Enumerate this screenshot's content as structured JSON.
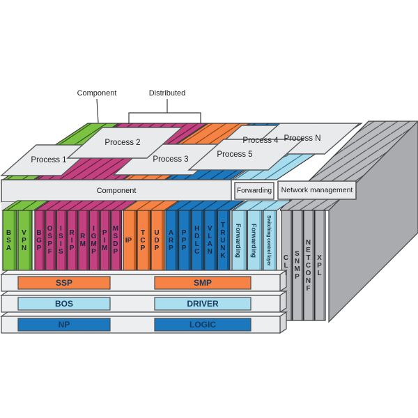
{
  "callouts": {
    "component": "Component",
    "distributed": "Distributed"
  },
  "processes": [
    "Process 1",
    "Process 2",
    "Process 3",
    "Process 4",
    "Process 5",
    "Process N"
  ],
  "bars": {
    "component": "Component",
    "forwarding": "Forwarding",
    "network_management": "Network management"
  },
  "groups": {
    "services": {
      "color": "#7CC242",
      "cards": [
        "BSA",
        "VPN"
      ]
    },
    "routing": {
      "color": "#C2417E",
      "cards": [
        "BGP",
        "OSPF",
        "ISIS",
        "RIP",
        "RM",
        "IGMP",
        "PIM",
        "MSDP"
      ]
    },
    "network": {
      "color": "#F58345",
      "cards": [
        "IP",
        "TCP",
        "UDP"
      ]
    },
    "link": {
      "color": "#1B78BE",
      "cards": [
        "ARP",
        "PPP",
        "HDLC",
        "VLAN",
        "TRUNK"
      ]
    },
    "forwarding_plane": {
      "color": "#A8DCEC",
      "cards": [
        "Forwarding",
        "Forwarding",
        "Switching control layer"
      ]
    },
    "management": {
      "color": "#B9BBBE",
      "cards": [
        "CLI",
        "SNMP",
        "NETCONF",
        "XPL"
      ]
    }
  },
  "platform": {
    "left": [
      "SSP",
      "BOS",
      "NP"
    ],
    "right": [
      "SMP",
      "DRIVER",
      "LOGIC"
    ],
    "row_colors": [
      "#F58345",
      "#ABDEEE",
      "#1B78BE"
    ]
  },
  "palette": {
    "plate_fill": "#E9EAEB",
    "block_fill": "#A9ABAE",
    "slab_fill": "#EDEEEF",
    "outline": "#4A4B4D"
  }
}
